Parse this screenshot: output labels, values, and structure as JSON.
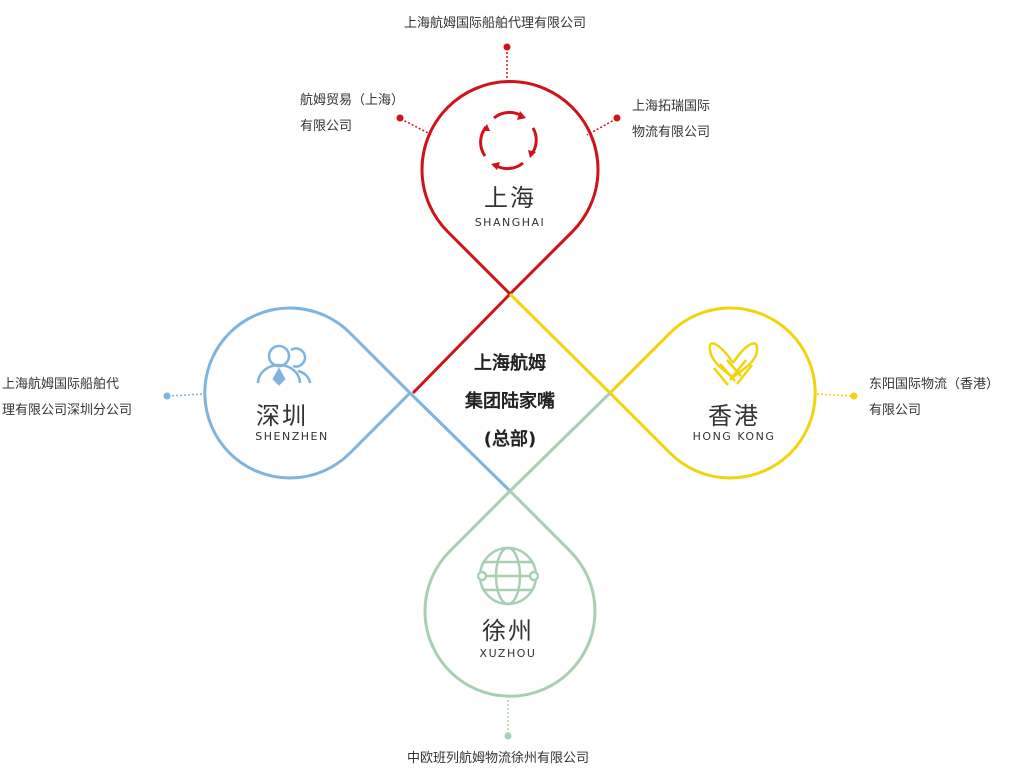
{
  "colors": {
    "shanghai": "#d0121b",
    "shenzhen": "#7fb3e0",
    "hongkong": "#f2d40c",
    "xuzhou": "#a9cfb2"
  },
  "headquarters": {
    "line1": "上海航姆",
    "line2": "集团陆家嘴",
    "line3": "(总部)"
  },
  "nodes": {
    "shanghai": {
      "name": "上海",
      "en": "SHANGHAI",
      "icon": "cycle-arrows-icon"
    },
    "shenzhen": {
      "name": "深圳",
      "en": "SHENZHEN",
      "icon": "people-icon"
    },
    "hongkong": {
      "name": "香港",
      "en": "HONG KONG",
      "icon": "handshake-heart-icon"
    },
    "xuzhou": {
      "name": "徐州",
      "en": "XUZHOU",
      "icon": "globe-icon"
    }
  },
  "companies": {
    "sh_top": "上海航姆国际船舶代理有限公司",
    "sh_left_1": "航姆贸易（上海）",
    "sh_left_2": "有限公司",
    "sh_right_1": "上海拓瑞国际",
    "sh_right_2": "物流有限公司",
    "sz_1": "上海航姆国际船舶代",
    "sz_2": "理有限公司深圳分公司",
    "hk_1": "东阳国际物流（香港）",
    "hk_2": "有限公司",
    "xz": "中欧班列航姆物流徐州有限公司"
  }
}
